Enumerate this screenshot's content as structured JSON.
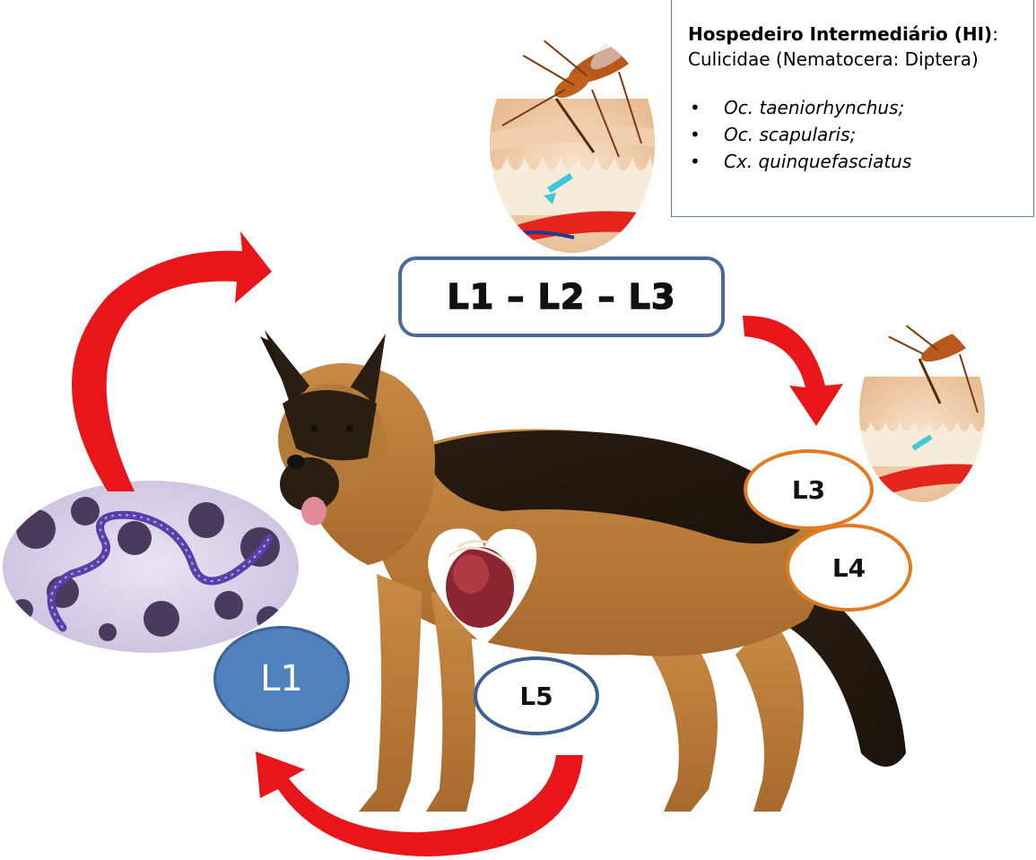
{
  "info_box": {
    "title": "Hospedeiro Intermediário (HI)",
    "title_suffix": ":",
    "subtitle": "Culicidae (Nematocera: Diptera)",
    "bullet": "•",
    "species": [
      "Oc. taeniorhynchus;",
      "Oc. scapularis;",
      "Cx. quinquefasciatus"
    ]
  },
  "stages_box": "L1 – L2 – L3",
  "labels": {
    "l1": "L1",
    "l3": "L3",
    "l4": "L4",
    "l5": "L5"
  },
  "colors": {
    "arrow": "#e8151a",
    "box_border": "#4d6a96",
    "l1_fill": "#4f81bd",
    "orange_oval": "#e07b22",
    "blue_oval": "#3e5f8f"
  },
  "images": [
    "mosquito-biting-skin-icon",
    "german-shepherd-dog-icon",
    "heart-with-worms-icon",
    "microfilaria-blood-smear-icon"
  ]
}
